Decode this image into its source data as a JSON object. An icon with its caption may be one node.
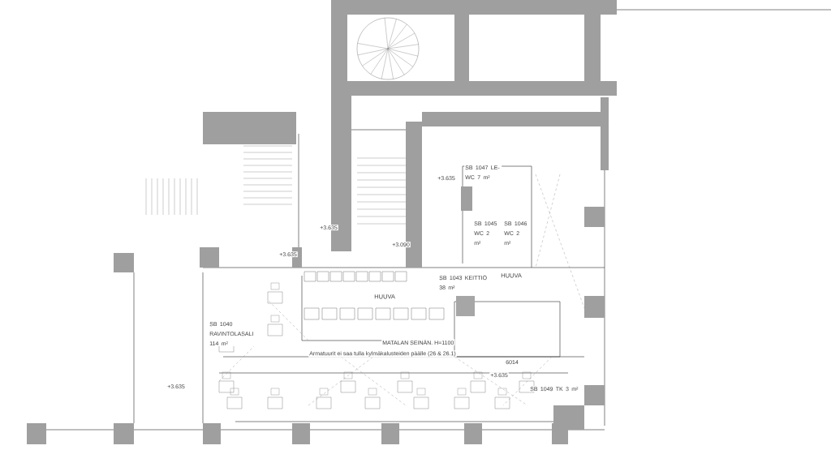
{
  "diagram": {
    "labels": [
      "SB 1047 LE-WC 7 m²",
      "+3.635",
      "+3.635",
      "+3.090",
      "SB 1045 WC 2 m²",
      "SB 1046 WC 2 m²",
      "+3.635",
      "HUUVA",
      "HUUVA",
      "SB 1043 KEITTIÖ 38 m²",
      "SB 1040 RAVINTOLASALI 114 m²",
      "MATALAN SEINÄN. H=1100",
      "Armatuurit ei saa tulla kylmäkalusteiden päälle (26 & 26.1)",
      "6014",
      "+3.635",
      "+3.635",
      "SB 1049 TK 3 m²"
    ]
  }
}
